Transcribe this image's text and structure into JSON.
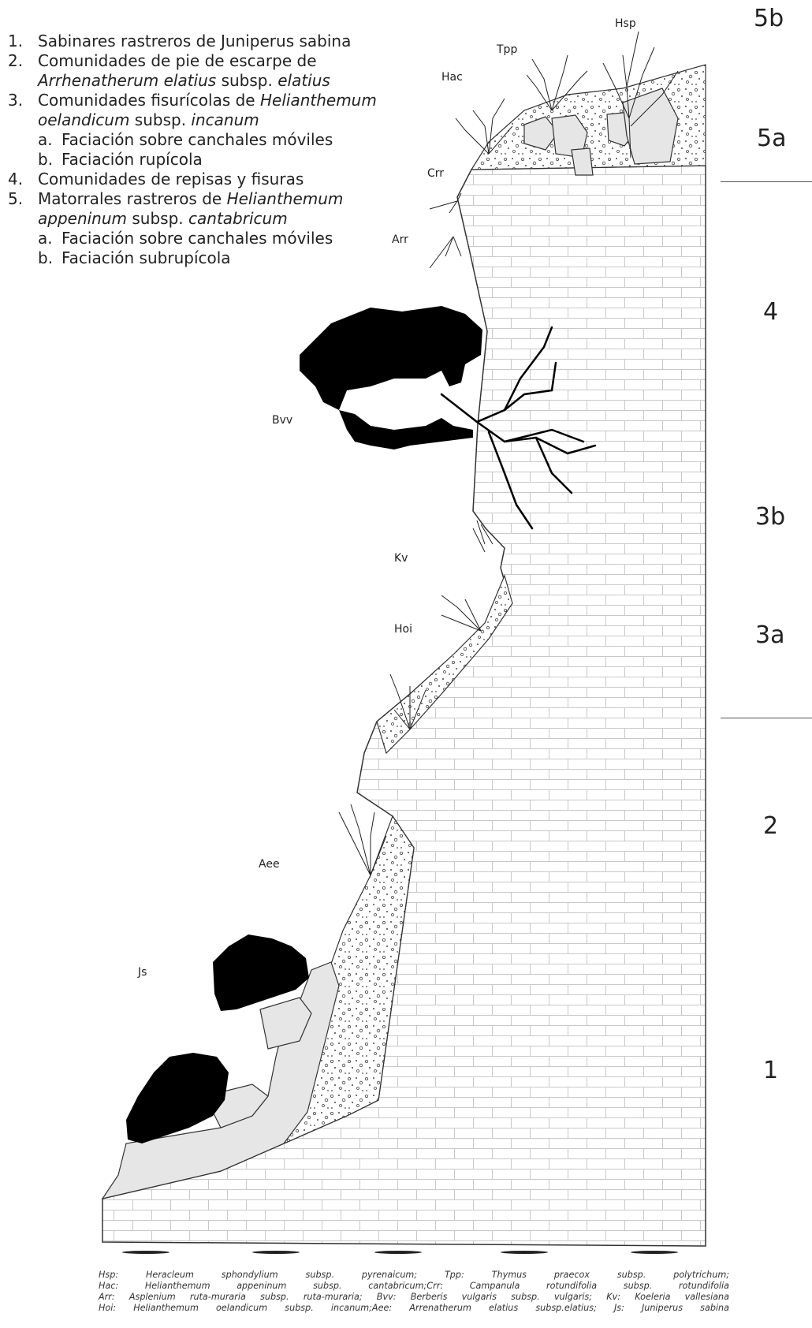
{
  "legend": {
    "item1": {
      "num": "1.",
      "text": "Sabinares rastreros de Juniperus sabina"
    },
    "item2": {
      "num": "2.",
      "text": "Comunidades de pie de escarpe de",
      "cont_italic": "Arrhenatherum elatius",
      "cont_plain": " subsp. ",
      "cont_italic2": "elatius"
    },
    "item3": {
      "num": "3.",
      "text": "Comunidades fisurícolas de ",
      "text_italic": "Helianthemum",
      "cont_italic": "oelandicum",
      "cont_plain": " subsp. ",
      "cont_italic2": "incanum",
      "sub_a": {
        "letter": "a.",
        "text": "Faciación sobre canchales móviles"
      },
      "sub_b": {
        "letter": "b.",
        "text": "Faciación rupícola"
      }
    },
    "item4": {
      "num": "4.",
      "text": "Comunidades de repisas y fisuras"
    },
    "item5": {
      "num": "5.",
      "text": "Matorrales rastreros de ",
      "text_italic": "Helianthemum",
      "cont_italic": "appeninum",
      "cont_plain": " subsp. ",
      "cont_italic2": "cantabricum",
      "sub_a": {
        "letter": "a.",
        "text": "Faciación sobre canchales móviles"
      },
      "sub_b": {
        "letter": "b.",
        "text": "Faciación subrupícola"
      }
    }
  },
  "zones": {
    "z5b": "5b",
    "z5a": "5a",
    "z4": "4",
    "z3b": "3b",
    "z3a": "3a",
    "z2": "2",
    "z1": "1"
  },
  "plants": {
    "Hsp": "Hsp",
    "Tpp": "Tpp",
    "Hac": "Hac",
    "Crr": "Crr",
    "Arr": "Arr",
    "Bvv": "Bvv",
    "Kv": "Kv",
    "Hoi": "Hoi",
    "Aee": "Aee",
    "Js": "Js"
  },
  "caption": {
    "line1": "Hsp: Heracleum sphondylium subsp. pyrenaicum; Tpp: Thymus praecox subsp. polytrichum;",
    "line2": "Hac: Helianthemum appeninum subsp. cantabricum;Crr: Campanula rotundifolia subsp. rotundifolia",
    "line3": "Arr: Asplenium ruta-muraria subsp. ruta-muraria; Bvv: Berberis vulgaris subsp. vulgaris; Kv: Koeleria vallesiana",
    "line4": "Hoi: Helianthemum oelandicum subsp. incanum;Aee: Arrenatherum elatius subsp.elatius; Js: Juniperus sabina"
  },
  "colors": {
    "rock_fill": "#e6e6e6",
    "shrub_fill": "#000000",
    "line": "#333333"
  }
}
